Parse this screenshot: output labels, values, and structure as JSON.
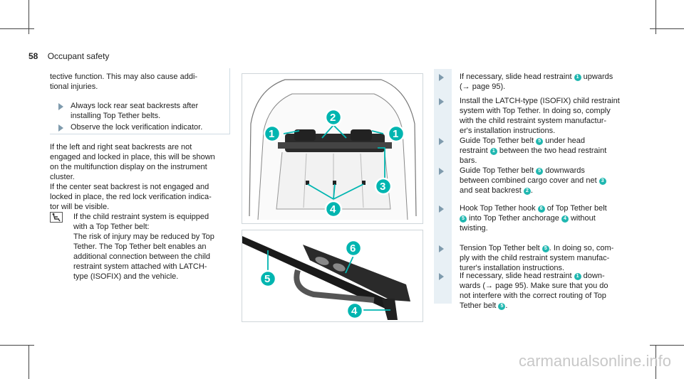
{
  "header": {
    "page_number": "58",
    "section_title": "Occupant safety"
  },
  "warning_box": {
    "continued_text": "tective function. This may also cause addi-\ntional injuries.",
    "items": [
      "Always lock rear seat backrests after\ninstalling Top Tether belts.",
      "Observe the lock verification indicator."
    ]
  },
  "body_paragraphs": [
    "If the left and right seat backrests are not\nengaged and locked in place, this will be shown\non the multifunction display on the instrument\ncluster.",
    "If the center seat backrest is not engaged and\nlocked in place, the red lock verification indica-\ntor will be visible."
  ],
  "child_seat_note": {
    "icon": "child-seat-icon",
    "intro": "If the child restraint system is equipped\nwith a Top Tether belt:",
    "text": "The risk of injury may be reduced by Top\nTether. The Top Tether belt enables an\nadditional connection between the child\nrestraint system attached with LATCH-\ntype (ISOFIX) and the vehicle."
  },
  "figure_top": {
    "callouts": [
      "1",
      "2",
      "1",
      "3",
      "4"
    ]
  },
  "figure_bottom": {
    "callouts": [
      "6",
      "5",
      "4"
    ]
  },
  "steps": [
    {
      "parts": [
        "If necessary, slide head restraint ",
        "1",
        " upwards\n(→ page 95)."
      ]
    },
    {
      "parts": [
        "Install the LATCH-type (ISOFIX) child restraint\nsystem with Top Tether. In doing so, comply\nwith the child restraint system manufactur-\ner's installation instructions."
      ]
    },
    {
      "parts": [
        "Guide Top Tether belt ",
        "5",
        " under head\nrestraint ",
        "1",
        " between the two head restraint\nbars."
      ]
    },
    {
      "parts": [
        "Guide Top Tether belt ",
        "5",
        " downwards\nbetween combined cargo cover and net ",
        "3",
        "\nand seat backrest ",
        "2",
        "."
      ]
    },
    {
      "parts": [
        "Hook Top Tether hook ",
        "6",
        " of Top Tether belt\n",
        "5",
        " into Top Tether anchorage ",
        "4",
        " without\ntwisting."
      ]
    },
    {
      "parts": [
        "Tension Top Tether belt ",
        "5",
        ". In doing so, com-\nply with the child restraint system manufac-\nturer's installation instructions."
      ]
    },
    {
      "parts": [
        "If necessary, slide head restraint ",
        "1",
        " down-\nwards (→ page 95). Make sure that you do\nnot interfere with the correct routing of Top\nTether belt ",
        "5",
        "."
      ]
    }
  ],
  "watermark": "carmanualsonline.info"
}
